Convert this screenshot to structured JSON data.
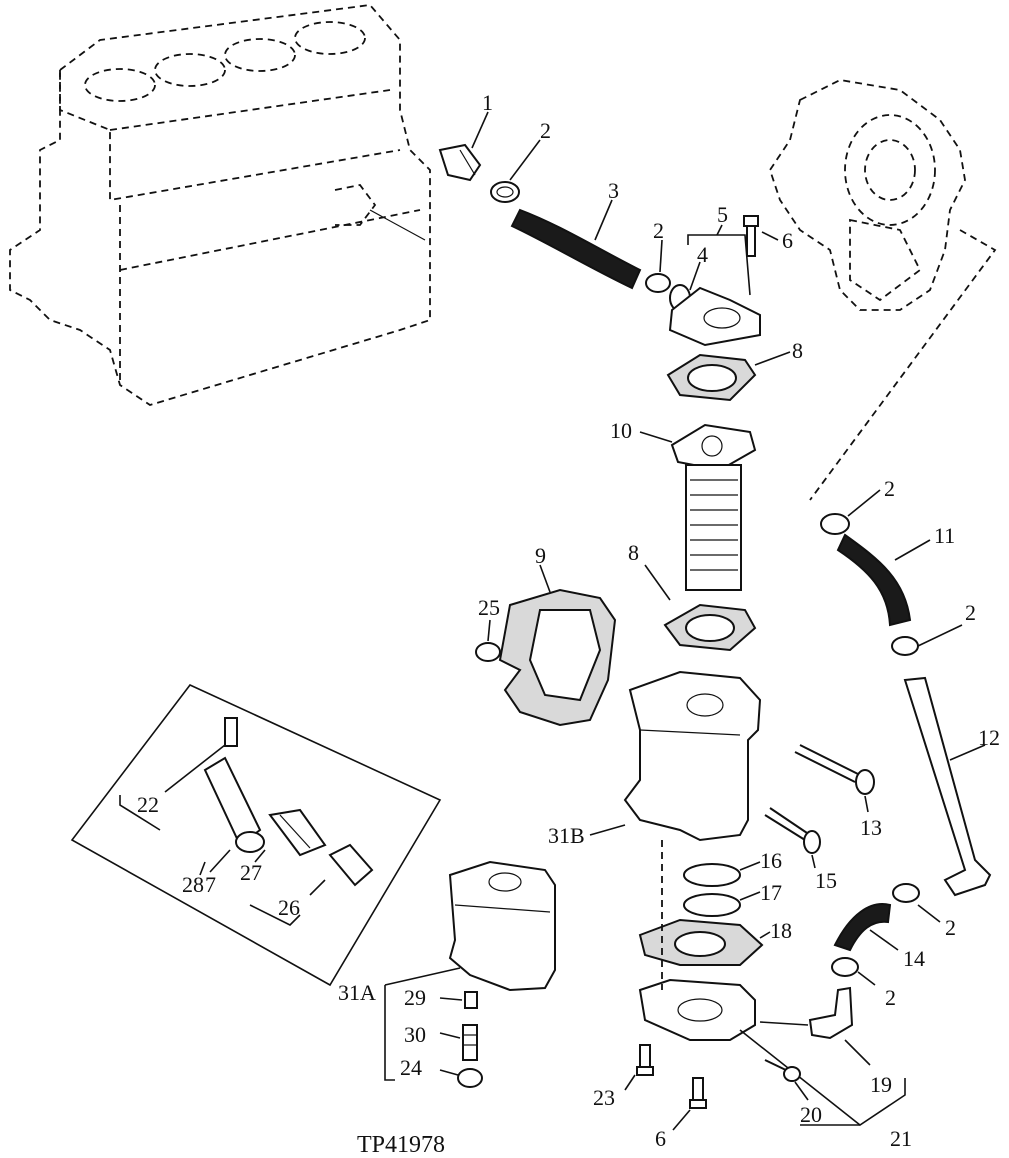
{
  "caption": "TP41978",
  "callouts": [
    {
      "id": "c1",
      "text": "1"
    },
    {
      "id": "c2a",
      "text": "2"
    },
    {
      "id": "c3",
      "text": "3"
    },
    {
      "id": "c2b",
      "text": "2"
    },
    {
      "id": "c4",
      "text": "4"
    },
    {
      "id": "c5",
      "text": "5"
    },
    {
      "id": "c6a",
      "text": "6"
    },
    {
      "id": "c8a",
      "text": "8"
    },
    {
      "id": "c10",
      "text": "10"
    },
    {
      "id": "c2c",
      "text": "2"
    },
    {
      "id": "c11",
      "text": "11"
    },
    {
      "id": "c8b",
      "text": "8"
    },
    {
      "id": "c9",
      "text": "9"
    },
    {
      "id": "c25",
      "text": "25"
    },
    {
      "id": "c2d",
      "text": "2"
    },
    {
      "id": "c12",
      "text": "12"
    },
    {
      "id": "c22",
      "text": "22"
    },
    {
      "id": "c7",
      "text": "7"
    },
    {
      "id": "c27",
      "text": "27"
    },
    {
      "id": "c28",
      "text": "28"
    },
    {
      "id": "c26",
      "text": "26"
    },
    {
      "id": "c31B",
      "text": "31B"
    },
    {
      "id": "c13",
      "text": "13"
    },
    {
      "id": "c16",
      "text": "16"
    },
    {
      "id": "c17",
      "text": "17"
    },
    {
      "id": "c15",
      "text": "15"
    },
    {
      "id": "c18",
      "text": "18"
    },
    {
      "id": "c2e",
      "text": "2"
    },
    {
      "id": "c14",
      "text": "14"
    },
    {
      "id": "c2f",
      "text": "2"
    },
    {
      "id": "c31A",
      "text": "31A"
    },
    {
      "id": "c29",
      "text": "29"
    },
    {
      "id": "c30",
      "text": "30"
    },
    {
      "id": "c24",
      "text": "24"
    },
    {
      "id": "c19",
      "text": "19"
    },
    {
      "id": "c23",
      "text": "23"
    },
    {
      "id": "c20",
      "text": "20"
    },
    {
      "id": "c6b",
      "text": "6"
    },
    {
      "id": "c21",
      "text": "21"
    }
  ]
}
